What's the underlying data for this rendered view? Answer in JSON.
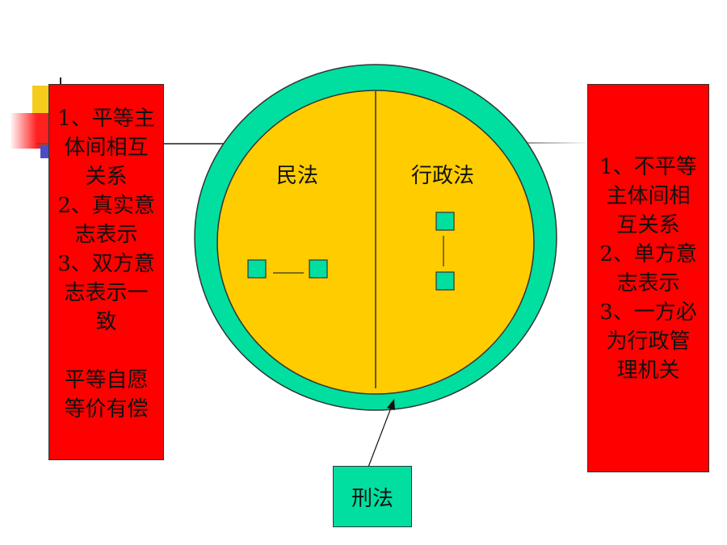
{
  "left_box": {
    "lines": [
      "1、平等主",
      "体间相互",
      "关系",
      "2、真实意",
      "志表示",
      "3、双方意",
      "志表示一",
      "致"
    ],
    "summary_lines": [
      "平等自愿",
      "等价有偿"
    ]
  },
  "right_box": {
    "lines": [
      "1、不平等",
      "主体间相",
      "互关系",
      "2、单方意",
      "志表示",
      "3、一方必",
      "为行政管",
      "理机关"
    ]
  },
  "circle": {
    "left_label": "民法",
    "right_label": "行政法"
  },
  "criminal_label": "刑法",
  "colors": {
    "red": "#ff0000",
    "teal": "#00dfa0",
    "yellow": "#ffcc00"
  }
}
